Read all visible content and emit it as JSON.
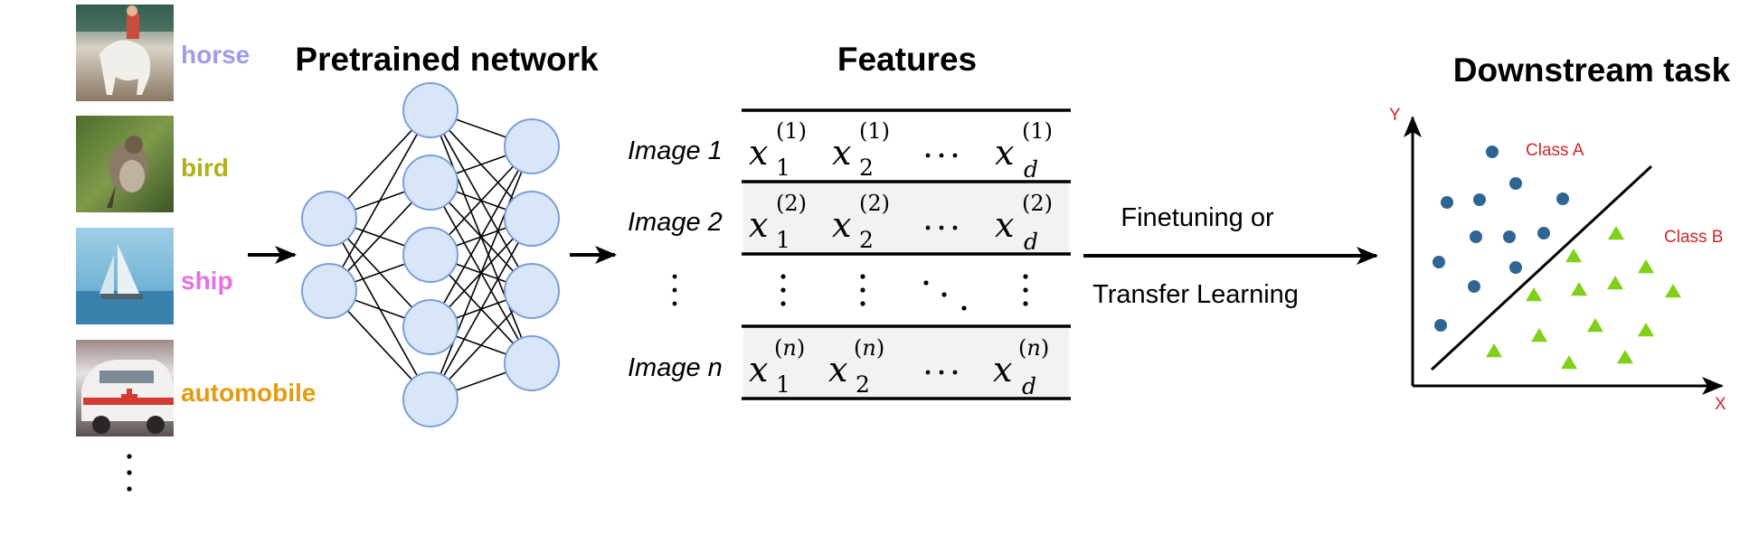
{
  "images_column": {
    "items": [
      {
        "label": "horse",
        "color": "#9b9bf0",
        "thumb": "horse"
      },
      {
        "label": "bird",
        "color": "#b3b019",
        "thumb": "bird"
      },
      {
        "label": "ship",
        "color": "#e571e3",
        "thumb": "ship"
      },
      {
        "label": "automobile",
        "color": "#e69a12",
        "thumb": "automobile"
      }
    ]
  },
  "network": {
    "title": "Pretrained network",
    "layers": [
      2,
      5,
      4
    ],
    "node_fill": "#d9e6fa",
    "node_stroke": "#7a9fd8"
  },
  "features": {
    "title": "Features",
    "rows": [
      {
        "label": "Image 1",
        "sup": "1",
        "shaded": false
      },
      {
        "label": "Image 2",
        "sup": "2",
        "shaded": true
      },
      {
        "label": "Image n",
        "sup": "n",
        "shaded": true
      }
    ],
    "var": "x",
    "subscripts": [
      "1",
      "2",
      "d"
    ],
    "shade_color": "#f2f2f2"
  },
  "arrow_label": {
    "line1": "Finetuning or",
    "line2": "Transfer Learning"
  },
  "downstream": {
    "title": "Downstream task",
    "x_axis": "X",
    "y_axis": "Y",
    "class_a": {
      "label": "Class A",
      "color": "#2f6593"
    },
    "class_b": {
      "label": "Class B",
      "color": "#80d01a"
    },
    "label_color": "#d0262a"
  }
}
